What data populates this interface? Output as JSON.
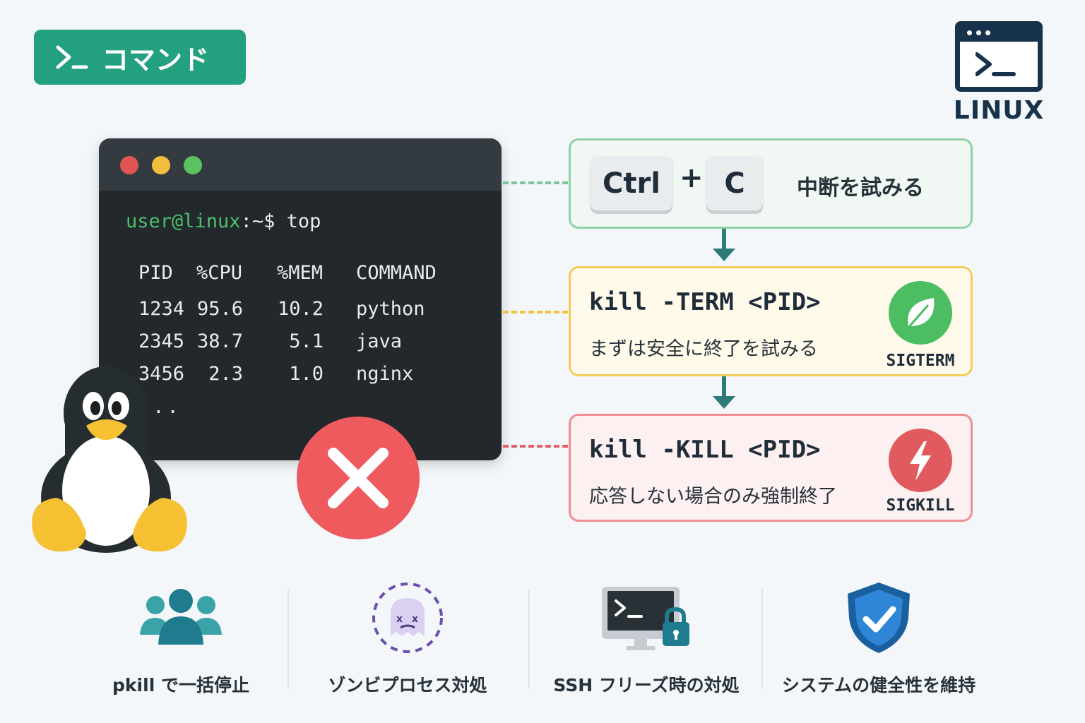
{
  "badge": {
    "label": "コマンド",
    "icon": "terminal-prompt-icon"
  },
  "logo": {
    "label": "LINUX",
    "icon": "terminal-window-icon"
  },
  "terminal": {
    "prompt_user": "user@linux",
    "prompt_path": ":~$ ",
    "command": "top",
    "headers": [
      "PID",
      "%CPU",
      "%MEM",
      "COMMAND"
    ],
    "rows": [
      [
        "1234",
        "95.6",
        "10.2",
        "python"
      ],
      [
        "2345",
        "38.7",
        "5.1",
        "java"
      ],
      [
        "3456",
        "2.3",
        "1.0",
        "nginx"
      ]
    ],
    "ellipsis": "...",
    "dots": [
      "#e05554",
      "#f2be3d",
      "#5cc25f"
    ]
  },
  "steps": {
    "step1": {
      "key1": "Ctrl",
      "plus": "+",
      "key2": "C",
      "desc": "中断を試みる",
      "color": "#8ed2a6"
    },
    "step2": {
      "command": "kill -TERM <PID>",
      "desc": "まずは安全に終了を試みる",
      "signal": "SIGTERM",
      "icon": "leaf-icon",
      "color": "#f3cd57"
    },
    "step3": {
      "command": "kill -KILL <PID>",
      "desc": "応答しない場合のみ強制終了",
      "signal": "SIGKILL",
      "icon": "lightning-icon",
      "color": "#ef8e93"
    }
  },
  "features": [
    {
      "label": "pkill で一括停止",
      "icon": "users-icon"
    },
    {
      "label": "ゾンビプロセス対処",
      "icon": "ghost-icon"
    },
    {
      "label": "SSH フリーズ時の対処",
      "icon": "locked-terminal-icon"
    },
    {
      "label": "システムの健全性を維持",
      "icon": "shield-check-icon"
    }
  ]
}
